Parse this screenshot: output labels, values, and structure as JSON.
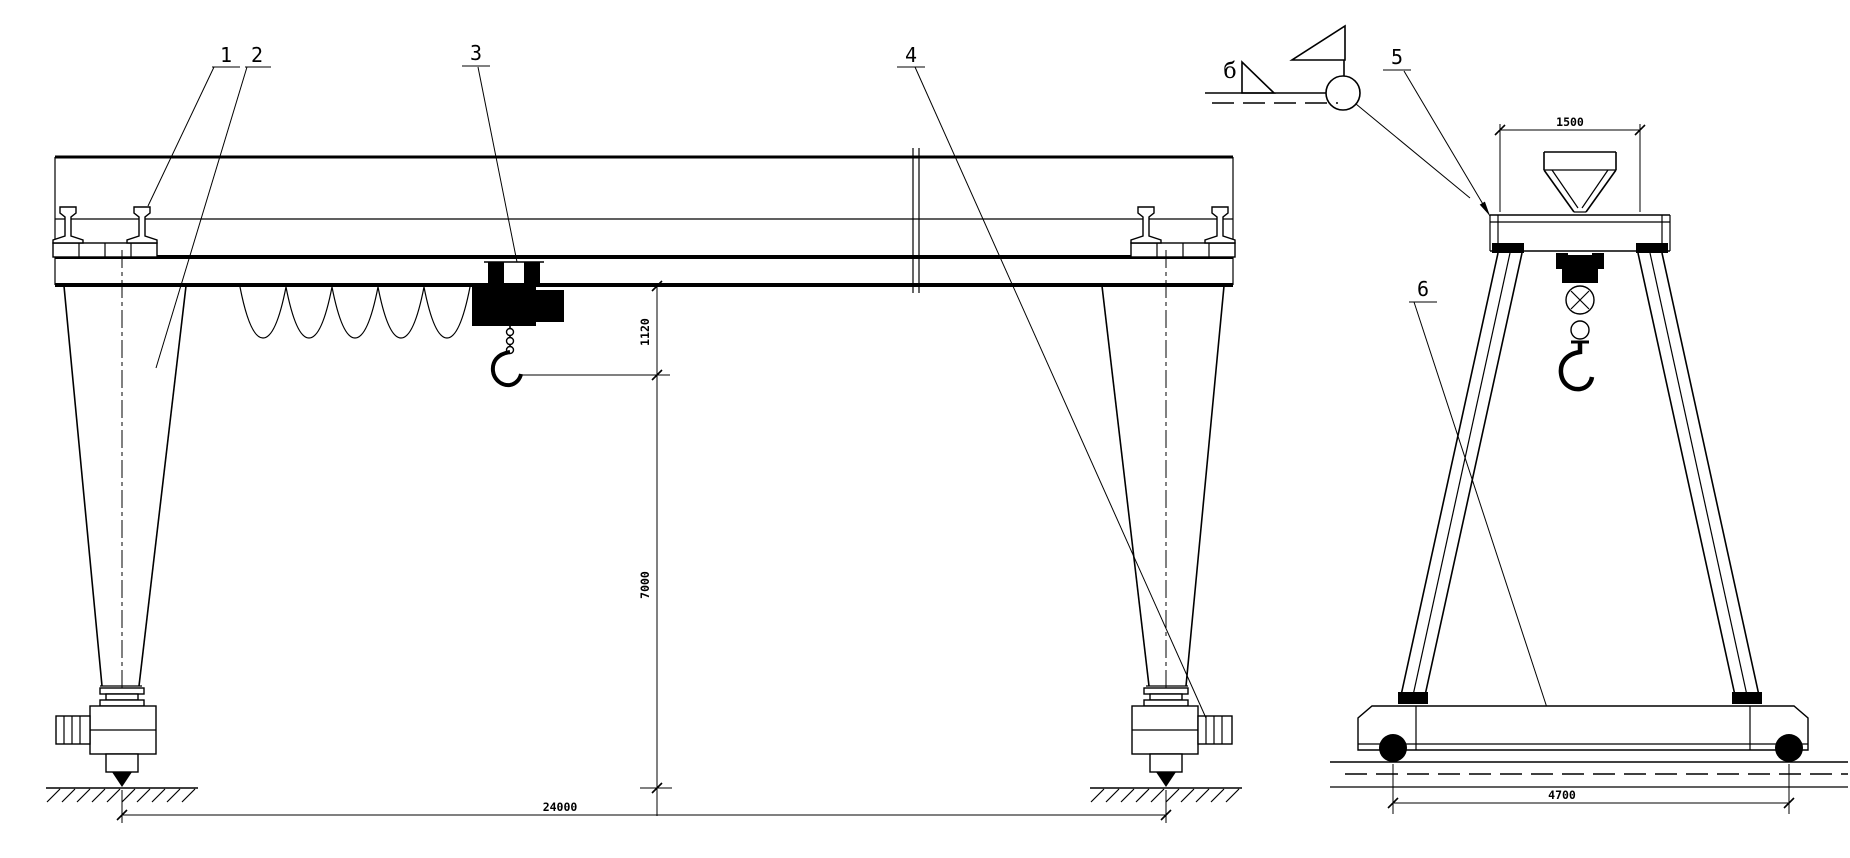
{
  "callouts": {
    "c1": "1",
    "c2": "2",
    "c3": "3",
    "c4": "4",
    "c5": "5",
    "c6": "6"
  },
  "dimensions": {
    "girder_to_hook": "1120",
    "hook_to_ground": "7000",
    "span": "24000",
    "top_rail_gauge": "1500",
    "wheel_base": "4700"
  },
  "section_marker": {
    "label": "б"
  },
  "colors": {
    "line": "#000000",
    "background": "#ffffff"
  }
}
